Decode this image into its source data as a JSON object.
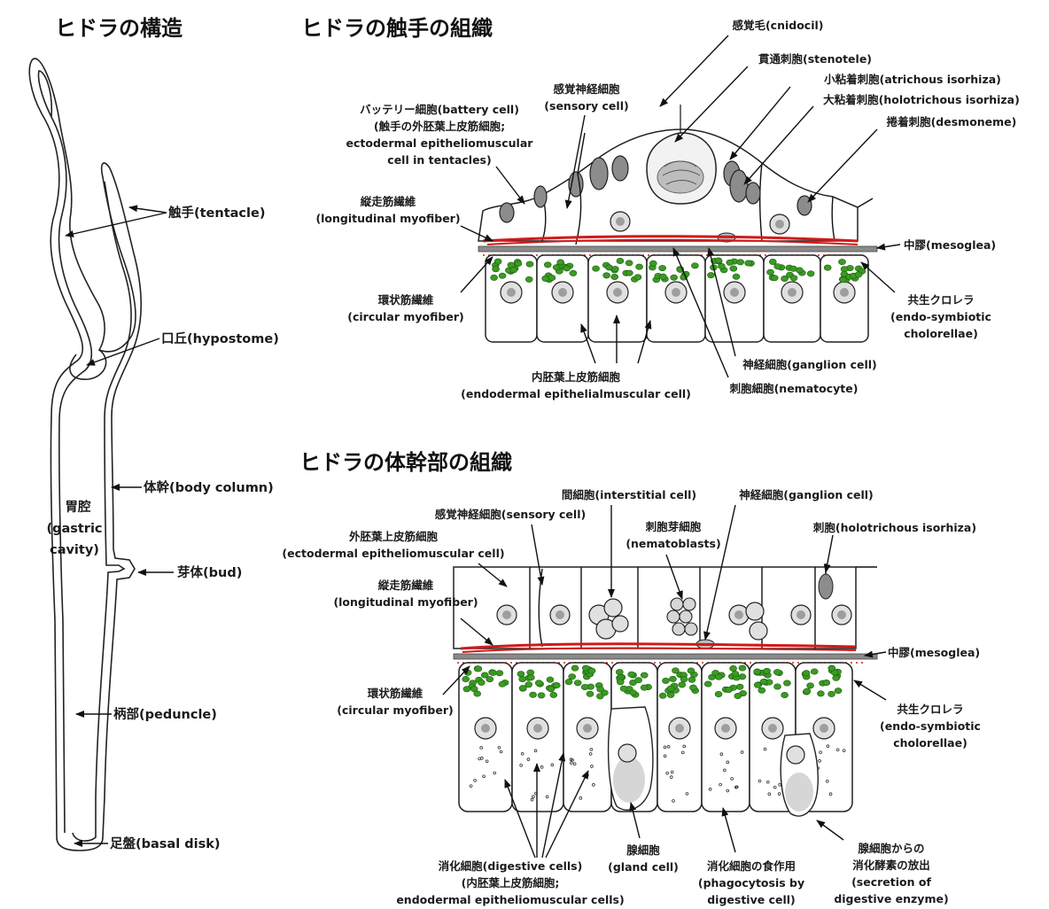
{
  "titles": {
    "structure": "ヒドラの構造",
    "tentacle_tissue": "ヒドラの触手の組織",
    "body_tissue": "ヒドラの体幹部の組織"
  },
  "colors": {
    "myofiber": "#d11a1a",
    "mesoglea": "#8a8a8a",
    "chlorella": "#3a9b22",
    "outline": "#222222"
  },
  "body_labels": {
    "tentacle": "触手(tentacle)",
    "hypostome": "口丘(hypostome)",
    "gastric_1": "胃腔",
    "gastric_2": "(gastric",
    "gastric_3": "cavity)",
    "body_column": "体幹(body column)",
    "bud": "芽体(bud)",
    "peduncle": "柄部(peduncle)",
    "basal_disk": "足盤(basal disk)"
  },
  "tentacle_labels": {
    "cnidocil": "感覚毛(cnidocil)",
    "stenotele": "貫通刺胞(stenotele)",
    "atrichous": "小粘着刺胞(atrichous isorhiza)",
    "holotrichous": "大粘着刺胞(holotrichous isorhiza)",
    "desmoneme": "捲着刺胞(desmoneme)",
    "sensory_1": "感覚神経細胞",
    "sensory_2": "(sensory cell)",
    "battery_1": "バッテリー細胞(battery cell)",
    "battery_2": "(触手の外胚葉上皮筋細胞;",
    "battery_3": "ectodermal epitheliomuscular",
    "battery_4": "cell in tentacles)",
    "longit_1": "縦走筋繊維",
    "longit_2": "(longitudinal myofiber)",
    "mesoglea": "中膠(mesoglea)",
    "circular_1": "環状筋繊維",
    "circular_2": "(circular myofiber)",
    "chlorella_1": "共生クロレラ",
    "chlorella_2": "(endo-symbiotic",
    "chlorella_3": "cholorellae)",
    "ganglion": "神経細胞(ganglion cell)",
    "endo_1": "内胚葉上皮筋細胞",
    "endo_2": "(endodermal epithelialmuscular cell)",
    "nematocyte": "刺胞細胞(nematocyte)"
  },
  "body_tissue_labels": {
    "interstitial": "間細胞(interstitial cell)",
    "ganglion": "神経細胞(ganglion cell)",
    "sensory": "感覚神経細胞(sensory cell)",
    "nematoblast_1": "刺胞芽細胞",
    "nematoblast_2": "(nematoblasts)",
    "holotrichous": "刺胞(holotrichous isorhiza)",
    "ecto_1": "外胚葉上皮筋細胞",
    "ecto_2": "(ectodermal epitheliomuscular cell)",
    "longit_1": "縦走筋繊維",
    "longit_2": "(longitudinal myofiber)",
    "mesoglea": "中膠(mesoglea)",
    "circular_1": "環状筋繊維",
    "circular_2": "(circular myofiber)",
    "chlorella_1": "共生クロレラ",
    "chlorella_2": "(endo-symbiotic",
    "chlorella_3": "cholorellae)",
    "digestive_1": "消化細胞(digestive cells)",
    "digestive_2": "(内胚葉上皮筋細胞;",
    "digestive_3": "endodermal epitheliomuscular cells)",
    "gland_1": "腺細胞",
    "gland_2": "(gland cell)",
    "phago_1": "消化細胞の食作用",
    "phago_2": "(phagocytosis by",
    "phago_3": "digestive cell)",
    "secretion_1": "腺細胞からの",
    "secretion_2": "消化酵素の放出",
    "secretion_3": "(secretion of",
    "secretion_4": "digestive enzyme)"
  }
}
